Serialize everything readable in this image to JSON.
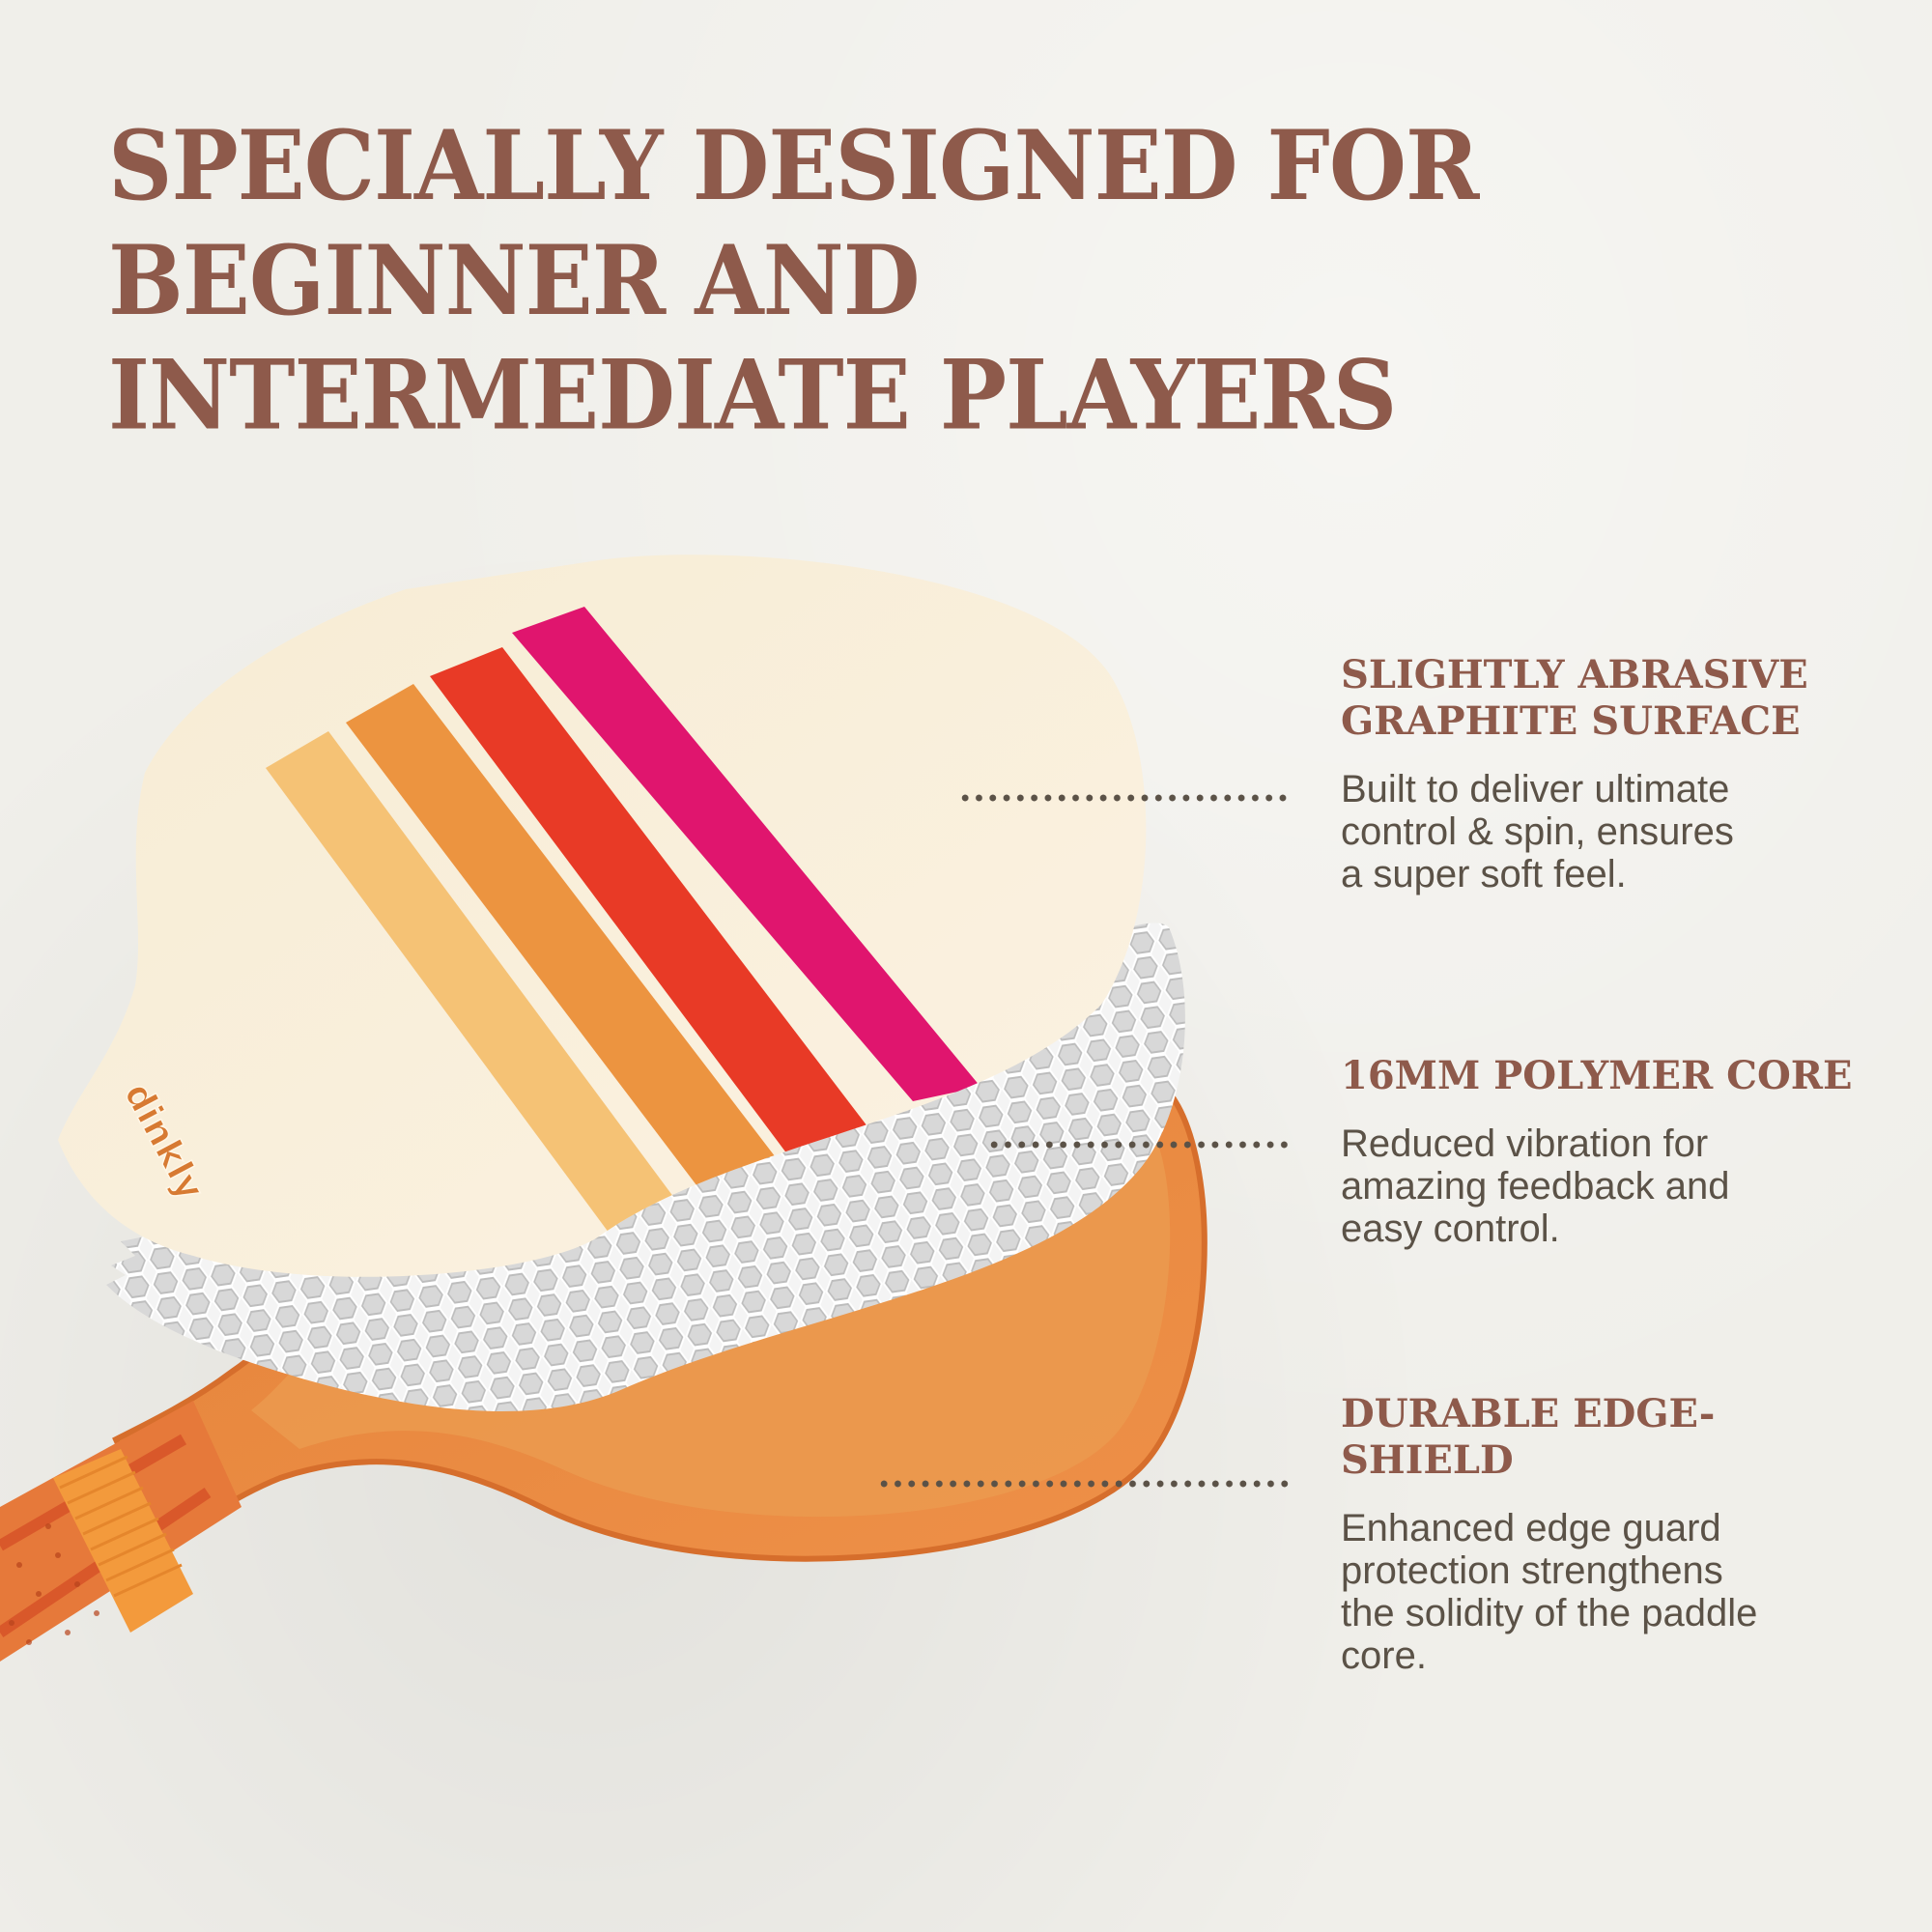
{
  "headline": {
    "lines": [
      "SPECIALLY DESIGNED FOR",
      "BEGINNER AND",
      "INTERMEDIATE PLAYERS"
    ],
    "color": "#8e5a4b"
  },
  "product": {
    "brand_mark": "dinkly",
    "stripe_colors": [
      "#f5c275",
      "#ec9440",
      "#e83a26",
      "#e0156e"
    ],
    "face_color": "#faf0dc",
    "core_color": "#d9d9d9",
    "edge_color": "#e98a3e",
    "grip_color": "#e6793a"
  },
  "features": [
    {
      "title_lines": [
        "SLIGHTLY ABRASIVE",
        "GRAPHITE SURFACE"
      ],
      "desc_lines": [
        "Built to deliver ultimate",
        "control & spin, ensures",
        "a super soft feel."
      ]
    },
    {
      "title_lines": [
        "16MM POLYMER CORE"
      ],
      "desc_lines": [
        "Reduced vibration for",
        "amazing feedback and",
        "easy control."
      ]
    },
    {
      "title_lines": [
        "DURABLE EDGE-SHIELD"
      ],
      "desc_lines": [
        "Enhanced edge guard",
        "protection strengthens",
        "the solidity of the paddle",
        "core."
      ]
    }
  ],
  "colors": {
    "background": "#f0efea",
    "title": "#8e5a4b",
    "body_text": "#5b5247",
    "leader_dots": "#5b5247"
  }
}
